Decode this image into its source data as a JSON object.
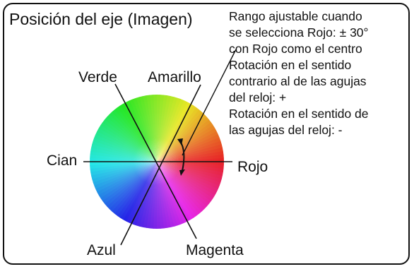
{
  "title": "Posición del eje (Imagen)",
  "labels": {
    "red": "Rojo",
    "yellow": "Amarillo",
    "green": "Verde",
    "cyan": "Cian",
    "blue": "Azul",
    "magenta": "Magenta"
  },
  "notes": {
    "range_line1": "Rango ajustable cuando",
    "range_line2": "se selecciona Rojo: ± 30°",
    "range_line3": "con Rojo como el centro",
    "ccw_line1": "Rotación en el sentido",
    "ccw_line2": "contrario al de las agujas",
    "ccw_line3": "del reloj: +",
    "cw_line1": "Rotación en el sentido de",
    "cw_line2": "las agujas del reloj: -"
  },
  "colors": {
    "frame": "#111111",
    "text": "#111111",
    "red": "#e8262a",
    "yellow": "#f4e81c",
    "green": "#63b446",
    "cyan": "#4cc4df",
    "blue": "#3f4fa0",
    "magenta": "#d4368f"
  }
}
